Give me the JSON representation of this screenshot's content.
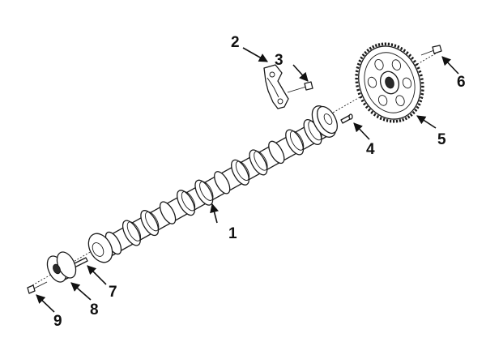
{
  "diagram": {
    "callouts": [
      {
        "id": "1",
        "text": "1"
      },
      {
        "id": "2",
        "text": "2"
      },
      {
        "id": "3",
        "text": "3"
      },
      {
        "id": "4",
        "text": "4"
      },
      {
        "id": "5",
        "text": "5"
      },
      {
        "id": "6",
        "text": "6"
      },
      {
        "id": "7",
        "text": "7"
      },
      {
        "id": "8",
        "text": "8"
      },
      {
        "id": "9",
        "text": "9"
      }
    ],
    "colors": {
      "line": "#1a1a1a",
      "background": "#ffffff"
    }
  }
}
